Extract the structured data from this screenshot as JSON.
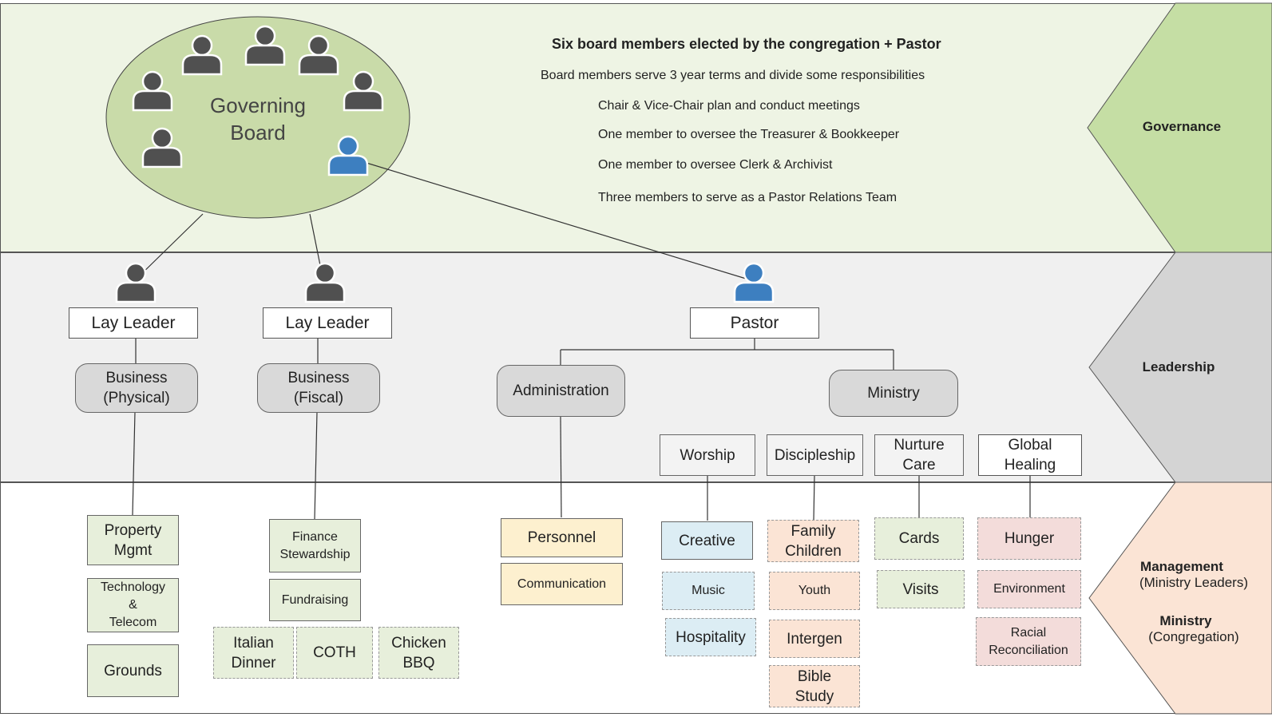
{
  "governance": {
    "board_label_line1": "Governing",
    "board_label_line2": "Board",
    "heading": "Six board members elected by the congregation + Pastor",
    "lines": [
      "Board members serve 3 year terms and  divide some responsibilities",
      "Chair & Vice-Chair plan and conduct meetings",
      "One member to oversee the Treasurer & Bookkeeper",
      "One member to oversee Clerk & Archivist",
      "Three members to serve as a Pastor Relations Team"
    ]
  },
  "levels": {
    "governance": "Governance",
    "leadership": "Leadership",
    "management": "Management",
    "management_sub": "(Ministry Leaders)",
    "ministry": "Ministry",
    "ministry_sub": "(Congregation)"
  },
  "leadership": {
    "lay_leader_1": "Lay Leader",
    "lay_leader_2": "Lay Leader",
    "pastor": "Pastor",
    "business_physical_1": "Business",
    "business_physical_2": "(Physical)",
    "business_fiscal_1": "Business",
    "business_fiscal_2": "(Fiscal)",
    "administration": "Administration",
    "ministry": "Ministry",
    "worship": "Worship",
    "discipleship": "Discipleship",
    "nurture_1": "Nurture",
    "nurture_2": "Care",
    "global_1": "Global",
    "global_2": "Healing"
  },
  "management": {
    "property_1": "Property",
    "property_2": "Mgmt",
    "technology_1": "Technology",
    "technology_2": "&",
    "technology_3": "Telecom",
    "grounds": "Grounds",
    "finance_1": "Finance",
    "finance_2": "Stewardship",
    "fundraising": "Fundraising",
    "italian_1": "Italian",
    "italian_2": "Dinner",
    "coth": "COTH",
    "chicken_1": "Chicken",
    "chicken_2": "BBQ",
    "personnel": "Personnel",
    "communication": "Communication",
    "creative": "Creative",
    "music": "Music",
    "hospitality": "Hospitality",
    "family_1": "Family",
    "family_2": "Children",
    "youth": "Youth",
    "intergen": "Intergen",
    "bible_1": "Bible",
    "bible_2": "Study",
    "cards": "Cards",
    "visits": "Visits",
    "hunger": "Hunger",
    "environment": "Environment",
    "racial_1": "Racial",
    "racial_2": "Reconciliation"
  },
  "colors": {
    "governance_band": "#eef4e4",
    "leadership_band": "#f0f0f0",
    "board_ellipse": "#c9dba9",
    "member_gray": "#505050",
    "pastor_blue": "#3d7fc0"
  }
}
